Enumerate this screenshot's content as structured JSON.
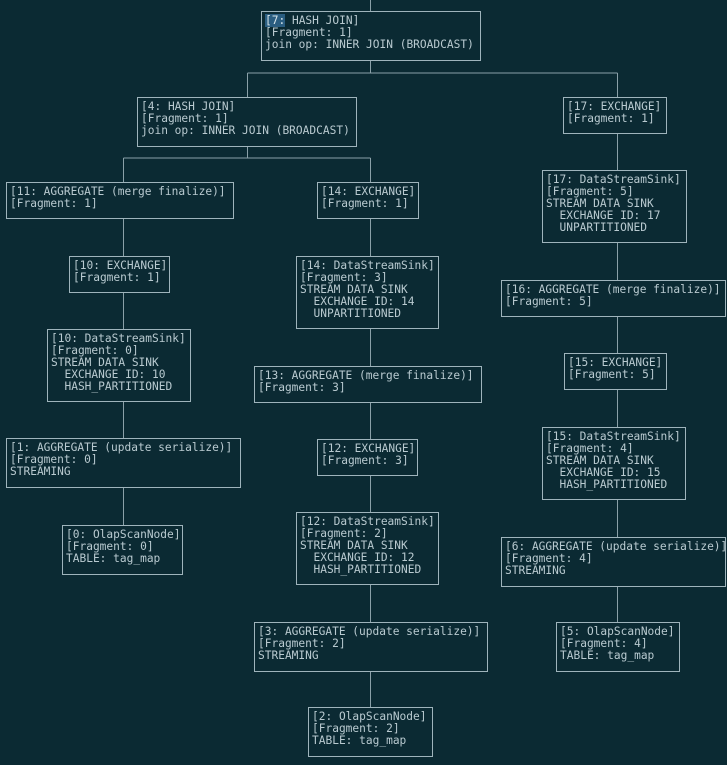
{
  "nodes": {
    "n7": {
      "lines": [
        "[7: HASH JOIN]",
        "[Fragment: 1]",
        "join op: INNER JOIN (BROADCAST)"
      ],
      "highlight": "[7:"
    },
    "n4": {
      "lines": [
        "[4: HASH JOIN]",
        "[Fragment: 1]",
        "join op: INNER JOIN (BROADCAST)"
      ]
    },
    "n17ex": {
      "lines": [
        "[17: EXCHANGE]",
        "[Fragment: 1]"
      ]
    },
    "n11": {
      "lines": [
        "[11: AGGREGATE (merge finalize)]",
        "[Fragment: 1]"
      ]
    },
    "n14ex": {
      "lines": [
        "[14: EXCHANGE]",
        "[Fragment: 1]"
      ]
    },
    "n17sink": {
      "lines": [
        "[17: DataStreamSink]",
        "[Fragment: 5]",
        "STREAM DATA SINK",
        "  EXCHANGE ID: 17",
        "  UNPARTITIONED"
      ]
    },
    "n10ex": {
      "lines": [
        "[10: EXCHANGE]",
        "[Fragment: 1]"
      ]
    },
    "n14sink": {
      "lines": [
        "[14: DataStreamSink]",
        "[Fragment: 3]",
        "STREAM DATA SINK",
        "  EXCHANGE ID: 14",
        "  UNPARTITIONED"
      ]
    },
    "n16": {
      "lines": [
        "[16: AGGREGATE (merge finalize)]",
        "[Fragment: 5]"
      ]
    },
    "n10sink": {
      "lines": [
        "[10: DataStreamSink]",
        "[Fragment: 0]",
        "STREAM DATA SINK",
        "  EXCHANGE ID: 10",
        "  HASH_PARTITIONED"
      ]
    },
    "n13": {
      "lines": [
        "[13: AGGREGATE (merge finalize)]",
        "[Fragment: 3]"
      ]
    },
    "n15ex": {
      "lines": [
        "[15: EXCHANGE]",
        "[Fragment: 5]"
      ]
    },
    "n1": {
      "lines": [
        "[1: AGGREGATE (update serialize)]",
        "[Fragment: 0]",
        "STREAMING"
      ]
    },
    "n12ex": {
      "lines": [
        "[12: EXCHANGE]",
        "[Fragment: 3]"
      ]
    },
    "n15sink": {
      "lines": [
        "[15: DataStreamSink]",
        "[Fragment: 4]",
        "STREAM DATA SINK",
        "  EXCHANGE ID: 15",
        "  HASH_PARTITIONED"
      ]
    },
    "n0": {
      "lines": [
        "[0: OlapScanNode]",
        "[Fragment: 0]",
        "TABLE: tag_map"
      ]
    },
    "n12sink": {
      "lines": [
        "[12: DataStreamSink]",
        "[Fragment: 2]",
        "STREAM DATA SINK",
        "  EXCHANGE ID: 12",
        "  HASH_PARTITIONED"
      ]
    },
    "n6": {
      "lines": [
        "[6: AGGREGATE (update serialize)]",
        "[Fragment: 4]",
        "STREAMING"
      ]
    },
    "n3": {
      "lines": [
        "[3: AGGREGATE (update serialize)]",
        "[Fragment: 2]",
        "STREAMING"
      ]
    },
    "n5": {
      "lines": [
        "[5: OlapScanNode]",
        "[Fragment: 4]",
        "TABLE: tag_map"
      ]
    },
    "n2": {
      "lines": [
        "[2: OlapScanNode]",
        "[Fragment: 2]",
        "TABLE: tag_map"
      ]
    }
  },
  "colors": {
    "background": "#0b2a33",
    "border": "#9fb4bc",
    "text": "#b9cad0",
    "edge": "#8aa0a8",
    "selection": "#2a5d80"
  }
}
